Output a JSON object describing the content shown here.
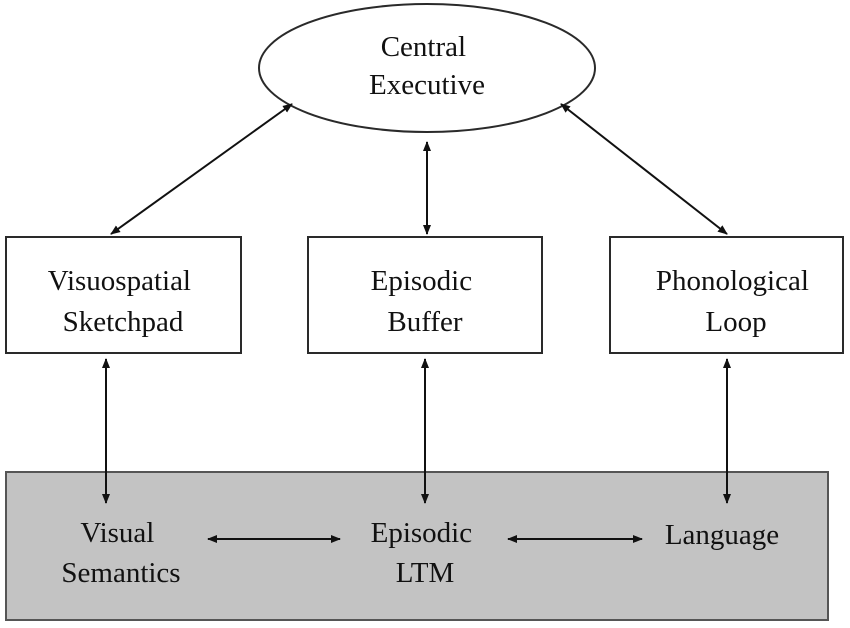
{
  "nodes": {
    "central_executive": {
      "lines": [
        "Central",
        "Executive"
      ]
    },
    "visuospatial_sketchpad": {
      "lines": [
        "Visuospatial",
        "Sketchpad"
      ]
    },
    "episodic_buffer": {
      "lines": [
        "Episodic",
        "Buffer"
      ]
    },
    "phonological_loop": {
      "lines": [
        "Phonological",
        "Loop"
      ]
    },
    "visual_semantics": {
      "lines": [
        "Visual",
        "Semantics"
      ]
    },
    "episodic_ltm": {
      "lines": [
        "Episodic",
        "LTM"
      ]
    },
    "language": {
      "lines": [
        "Language"
      ]
    }
  },
  "edges": [
    {
      "from": "central_executive",
      "to": "visuospatial_sketchpad",
      "direction": "both"
    },
    {
      "from": "central_executive",
      "to": "episodic_buffer",
      "direction": "both"
    },
    {
      "from": "central_executive",
      "to": "phonological_loop",
      "direction": "both"
    },
    {
      "from": "visuospatial_sketchpad",
      "to": "visual_semantics",
      "direction": "both"
    },
    {
      "from": "episodic_buffer",
      "to": "episodic_ltm",
      "direction": "both"
    },
    {
      "from": "phonological_loop",
      "to": "language",
      "direction": "both"
    },
    {
      "from": "visual_semantics",
      "to": "episodic_ltm",
      "direction": "both"
    },
    {
      "from": "episodic_ltm",
      "to": "language",
      "direction": "both"
    }
  ],
  "colors": {
    "ltm_panel_fill": "#c3c3c3",
    "line": "#111111",
    "box_border": "#2a2a2a"
  }
}
